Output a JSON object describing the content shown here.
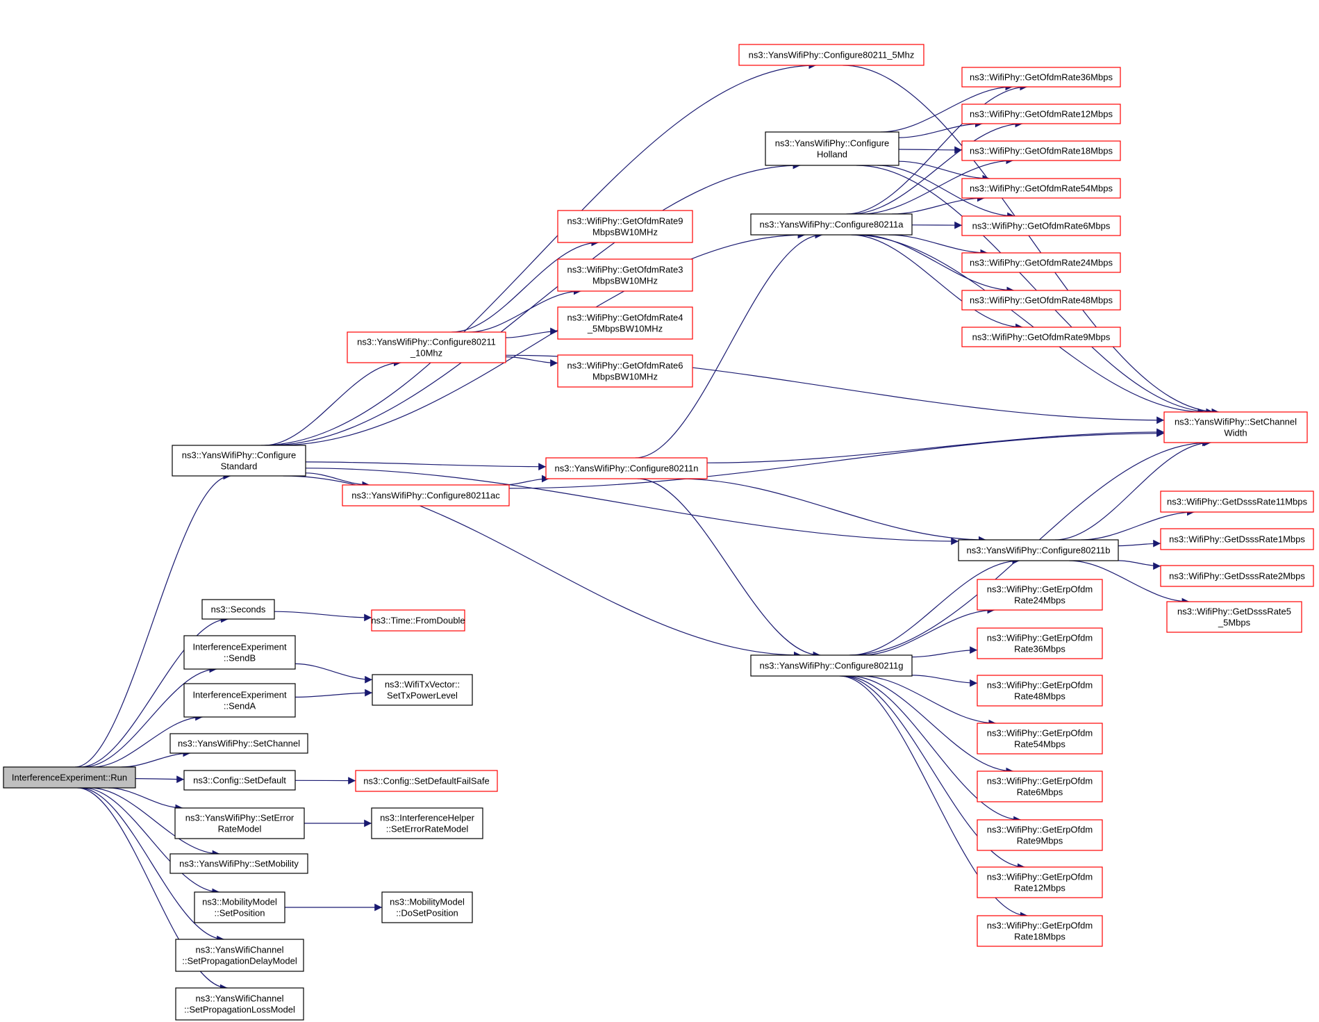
{
  "diagram": {
    "type": "call-graph",
    "root": "n0",
    "colors": {
      "edge": "#191970",
      "truncated_border": "#ff0000",
      "complete_border": "#000000",
      "root_fill": "#bfbfbf"
    },
    "nodes": [
      {
        "id": "n0",
        "lines": [
          "InterferenceExperiment::Run"
        ],
        "style": "root"
      },
      {
        "id": "n1",
        "lines": [
          "ns3::YansWifiPhy::Configure",
          "Standard"
        ],
        "style": "black"
      },
      {
        "id": "n2",
        "lines": [
          "ns3::Seconds"
        ],
        "style": "black"
      },
      {
        "id": "n3",
        "lines": [
          "InterferenceExperiment",
          "::SendB"
        ],
        "style": "black"
      },
      {
        "id": "n4",
        "lines": [
          "InterferenceExperiment",
          "::SendA"
        ],
        "style": "black"
      },
      {
        "id": "n5",
        "lines": [
          "ns3::YansWifiPhy::SetChannel"
        ],
        "style": "black"
      },
      {
        "id": "n6",
        "lines": [
          "ns3::Config::SetDefault"
        ],
        "style": "black"
      },
      {
        "id": "n7",
        "lines": [
          "ns3::YansWifiPhy::SetError",
          "RateModel"
        ],
        "style": "black"
      },
      {
        "id": "n8",
        "lines": [
          "ns3::YansWifiPhy::SetMobility"
        ],
        "style": "black"
      },
      {
        "id": "n9",
        "lines": [
          "ns3::MobilityModel",
          "::SetPosition"
        ],
        "style": "black"
      },
      {
        "id": "n10",
        "lines": [
          "ns3::YansWifiChannel",
          "::SetPropagationDelayModel"
        ],
        "style": "black"
      },
      {
        "id": "n11",
        "lines": [
          "ns3::YansWifiChannel",
          "::SetPropagationLossModel"
        ],
        "style": "black"
      },
      {
        "id": "n12",
        "lines": [
          "ns3::YansWifiPhy::Configure80211_5Mhz"
        ],
        "style": "red"
      },
      {
        "id": "n13",
        "lines": [
          "ns3::YansWifiPhy::Configure",
          "Holland"
        ],
        "style": "black"
      },
      {
        "id": "n14",
        "lines": [
          "ns3::YansWifiPhy::Configure80211a"
        ],
        "style": "black"
      },
      {
        "id": "n15",
        "lines": [
          "ns3::YansWifiPhy::Configure80211",
          "_10Mhz"
        ],
        "style": "red"
      },
      {
        "id": "n16",
        "lines": [
          "ns3::YansWifiPhy::Configure80211n"
        ],
        "style": "red"
      },
      {
        "id": "n17",
        "lines": [
          "ns3::YansWifiPhy::Configure80211ac"
        ],
        "style": "red"
      },
      {
        "id": "n18",
        "lines": [
          "ns3::YansWifiPhy::Configure80211b"
        ],
        "style": "black"
      },
      {
        "id": "n19",
        "lines": [
          "ns3::YansWifiPhy::Configure80211g"
        ],
        "style": "black"
      },
      {
        "id": "n20",
        "lines": [
          "ns3::Time::FromDouble"
        ],
        "style": "red"
      },
      {
        "id": "n21",
        "lines": [
          "ns3::WifiTxVector::",
          "SetTxPowerLevel"
        ],
        "style": "black"
      },
      {
        "id": "n22",
        "lines": [
          "ns3::Config::SetDefaultFailSafe"
        ],
        "style": "red"
      },
      {
        "id": "n23",
        "lines": [
          "ns3::InterferenceHelper",
          "::SetErrorRateModel"
        ],
        "style": "black"
      },
      {
        "id": "n24",
        "lines": [
          "ns3::MobilityModel",
          "::DoSetPosition"
        ],
        "style": "black"
      },
      {
        "id": "n25",
        "lines": [
          "ns3::WifiPhy::GetOfdmRate36Mbps"
        ],
        "style": "red"
      },
      {
        "id": "n26",
        "lines": [
          "ns3::WifiPhy::GetOfdmRate12Mbps"
        ],
        "style": "red"
      },
      {
        "id": "n27",
        "lines": [
          "ns3::WifiPhy::GetOfdmRate18Mbps"
        ],
        "style": "red"
      },
      {
        "id": "n28",
        "lines": [
          "ns3::WifiPhy::GetOfdmRate54Mbps"
        ],
        "style": "red"
      },
      {
        "id": "n29",
        "lines": [
          "ns3::WifiPhy::GetOfdmRate6Mbps"
        ],
        "style": "red"
      },
      {
        "id": "n30",
        "lines": [
          "ns3::WifiPhy::GetOfdmRate24Mbps"
        ],
        "style": "red"
      },
      {
        "id": "n31",
        "lines": [
          "ns3::WifiPhy::GetOfdmRate48Mbps"
        ],
        "style": "red"
      },
      {
        "id": "n32",
        "lines": [
          "ns3::WifiPhy::GetOfdmRate9Mbps"
        ],
        "style": "red"
      },
      {
        "id": "n33",
        "lines": [
          "ns3::WifiPhy::GetOfdmRate9",
          "MbpsBW10MHz"
        ],
        "style": "red"
      },
      {
        "id": "n34",
        "lines": [
          "ns3::WifiPhy::GetOfdmRate3",
          "MbpsBW10MHz"
        ],
        "style": "red"
      },
      {
        "id": "n35",
        "lines": [
          "ns3::WifiPhy::GetOfdmRate4",
          "_5MbpsBW10MHz"
        ],
        "style": "red"
      },
      {
        "id": "n36",
        "lines": [
          "ns3::WifiPhy::GetOfdmRate6",
          "MbpsBW10MHz"
        ],
        "style": "red"
      },
      {
        "id": "n37",
        "lines": [
          "ns3::YansWifiPhy::SetChannel",
          "Width"
        ],
        "style": "red"
      },
      {
        "id": "n38",
        "lines": [
          "ns3::WifiPhy::GetDsssRate11Mbps"
        ],
        "style": "red"
      },
      {
        "id": "n39",
        "lines": [
          "ns3::WifiPhy::GetDsssRate1Mbps"
        ],
        "style": "red"
      },
      {
        "id": "n40",
        "lines": [
          "ns3::WifiPhy::GetDsssRate2Mbps"
        ],
        "style": "red"
      },
      {
        "id": "n41",
        "lines": [
          "ns3::WifiPhy::GetDsssRate5",
          "_5Mbps"
        ],
        "style": "red"
      },
      {
        "id": "n42",
        "lines": [
          "ns3::WifiPhy::GetErpOfdm",
          "Rate24Mbps"
        ],
        "style": "red"
      },
      {
        "id": "n43",
        "lines": [
          "ns3::WifiPhy::GetErpOfdm",
          "Rate36Mbps"
        ],
        "style": "red"
      },
      {
        "id": "n44",
        "lines": [
          "ns3::WifiPhy::GetErpOfdm",
          "Rate48Mbps"
        ],
        "style": "red"
      },
      {
        "id": "n45",
        "lines": [
          "ns3::WifiPhy::GetErpOfdm",
          "Rate54Mbps"
        ],
        "style": "red"
      },
      {
        "id": "n46",
        "lines": [
          "ns3::WifiPhy::GetErpOfdm",
          "Rate6Mbps"
        ],
        "style": "red"
      },
      {
        "id": "n47",
        "lines": [
          "ns3::WifiPhy::GetErpOfdm",
          "Rate9Mbps"
        ],
        "style": "red"
      },
      {
        "id": "n48",
        "lines": [
          "ns3::WifiPhy::GetErpOfdm",
          "Rate12Mbps"
        ],
        "style": "red"
      },
      {
        "id": "n49",
        "lines": [
          "ns3::WifiPhy::GetErpOfdm",
          "Rate18Mbps"
        ],
        "style": "red"
      }
    ],
    "edges": [
      [
        "n0",
        "n1"
      ],
      [
        "n0",
        "n2"
      ],
      [
        "n0",
        "n3"
      ],
      [
        "n0",
        "n4"
      ],
      [
        "n0",
        "n5"
      ],
      [
        "n0",
        "n6"
      ],
      [
        "n0",
        "n7"
      ],
      [
        "n0",
        "n8"
      ],
      [
        "n0",
        "n9"
      ],
      [
        "n0",
        "n10"
      ],
      [
        "n0",
        "n11"
      ],
      [
        "n1",
        "n12"
      ],
      [
        "n1",
        "n13"
      ],
      [
        "n1",
        "n14"
      ],
      [
        "n1",
        "n15"
      ],
      [
        "n1",
        "n16"
      ],
      [
        "n1",
        "n17"
      ],
      [
        "n1",
        "n18"
      ],
      [
        "n1",
        "n19"
      ],
      [
        "n2",
        "n20"
      ],
      [
        "n3",
        "n21"
      ],
      [
        "n4",
        "n21"
      ],
      [
        "n6",
        "n22"
      ],
      [
        "n7",
        "n23"
      ],
      [
        "n9",
        "n24"
      ],
      [
        "n12",
        "n37"
      ],
      [
        "n13",
        "n25"
      ],
      [
        "n13",
        "n26"
      ],
      [
        "n13",
        "n27"
      ],
      [
        "n13",
        "n28"
      ],
      [
        "n13",
        "n29"
      ],
      [
        "n13",
        "n37"
      ],
      [
        "n14",
        "n25"
      ],
      [
        "n14",
        "n26"
      ],
      [
        "n14",
        "n27"
      ],
      [
        "n14",
        "n28"
      ],
      [
        "n14",
        "n29"
      ],
      [
        "n14",
        "n30"
      ],
      [
        "n14",
        "n31"
      ],
      [
        "n14",
        "n32"
      ],
      [
        "n14",
        "n37"
      ],
      [
        "n15",
        "n33"
      ],
      [
        "n15",
        "n34"
      ],
      [
        "n15",
        "n35"
      ],
      [
        "n15",
        "n36"
      ],
      [
        "n15",
        "n37"
      ],
      [
        "n16",
        "n14"
      ],
      [
        "n16",
        "n18"
      ],
      [
        "n16",
        "n19"
      ],
      [
        "n16",
        "n37"
      ],
      [
        "n17",
        "n16"
      ],
      [
        "n17",
        "n37"
      ],
      [
        "n18",
        "n37"
      ],
      [
        "n18",
        "n38"
      ],
      [
        "n18",
        "n39"
      ],
      [
        "n18",
        "n40"
      ],
      [
        "n18",
        "n41"
      ],
      [
        "n19",
        "n18"
      ],
      [
        "n19",
        "n37"
      ],
      [
        "n19",
        "n42"
      ],
      [
        "n19",
        "n43"
      ],
      [
        "n19",
        "n44"
      ],
      [
        "n19",
        "n45"
      ],
      [
        "n19",
        "n46"
      ],
      [
        "n19",
        "n47"
      ],
      [
        "n19",
        "n48"
      ],
      [
        "n19",
        "n49"
      ]
    ]
  }
}
